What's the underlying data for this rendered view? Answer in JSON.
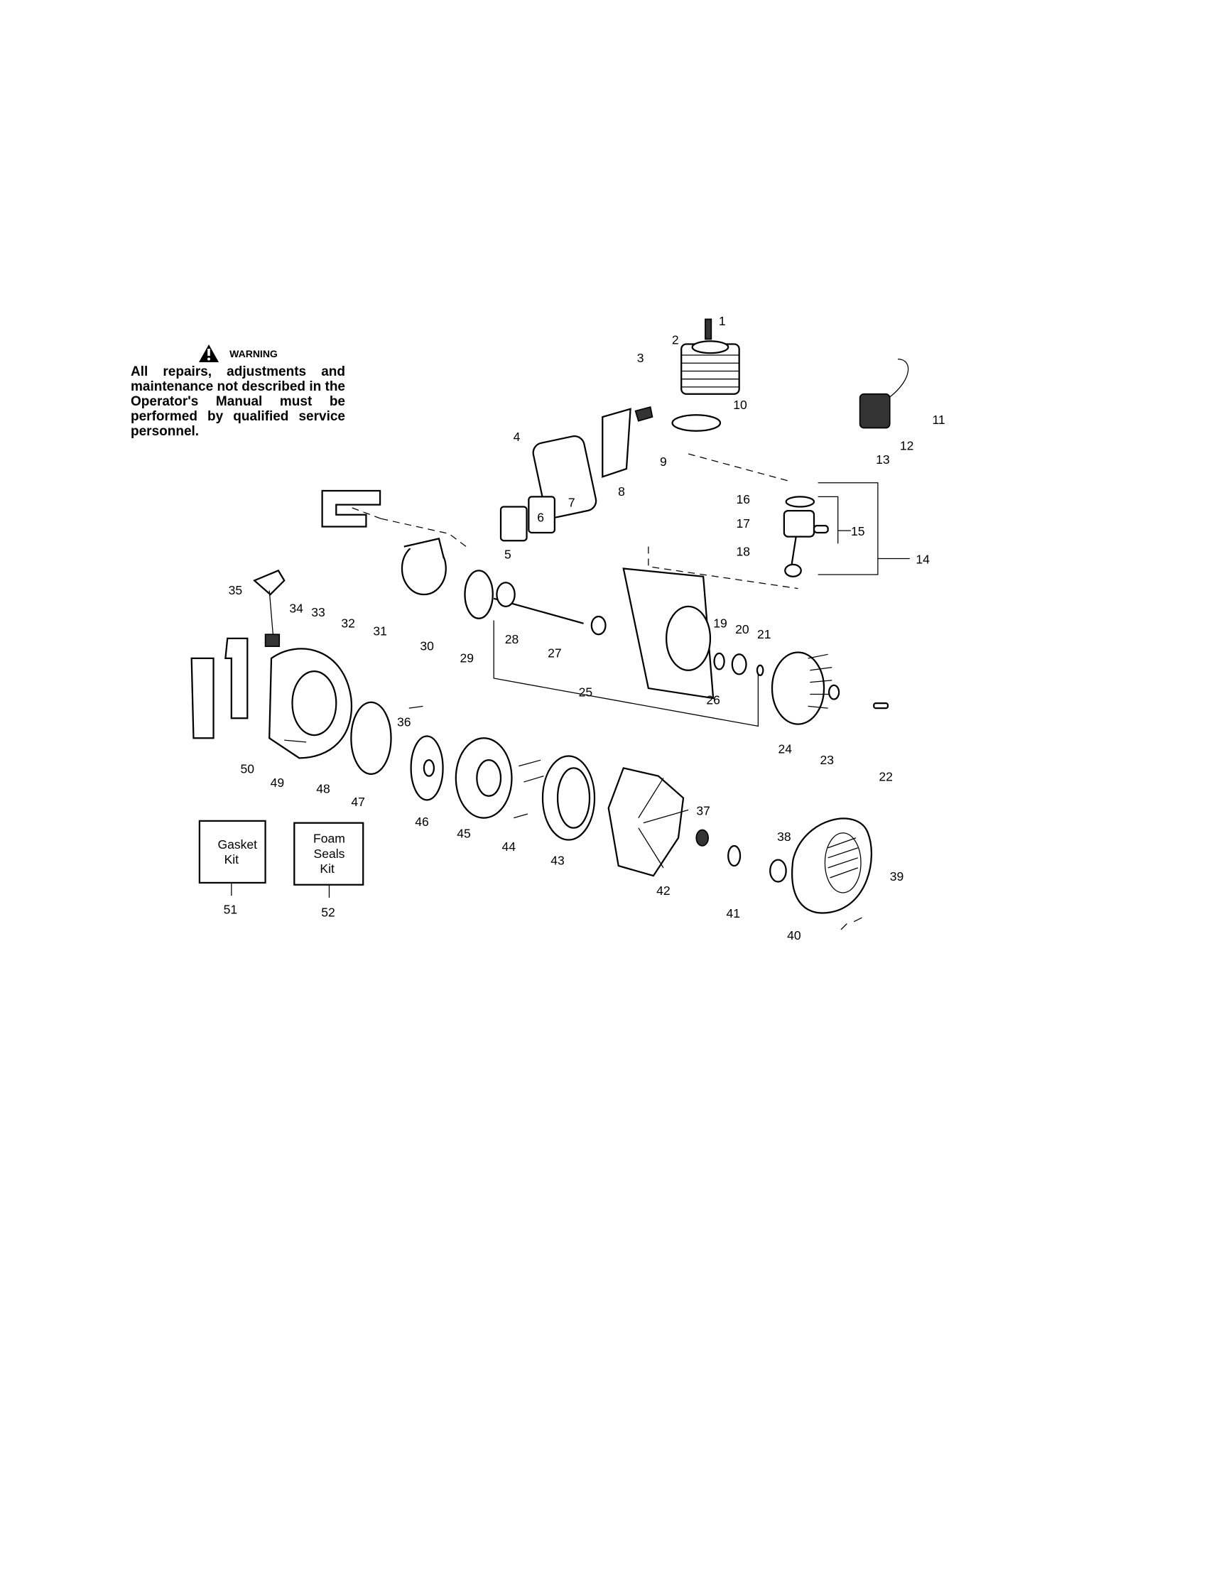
{
  "warning": {
    "title": "WARNING",
    "text": "All repairs, adjustments and maintenance not described in the Operator's Manual must be performed by qualified service personnel."
  },
  "kits": [
    {
      "label": "Gasket Kit",
      "callout": "51"
    },
    {
      "label": "Foam Seals Kit",
      "callout": "52"
    }
  ],
  "callouts": [
    "1",
    "2",
    "3",
    "4",
    "5",
    "6",
    "7",
    "8",
    "9",
    "10",
    "11",
    "12",
    "13",
    "14",
    "15",
    "16",
    "17",
    "18",
    "19",
    "20",
    "21",
    "22",
    "23",
    "24",
    "25",
    "26",
    "27",
    "28",
    "29",
    "30",
    "31",
    "32",
    "33",
    "34",
    "35",
    "36",
    "37",
    "38",
    "39",
    "40",
    "41",
    "42",
    "43",
    "44",
    "45",
    "46",
    "47",
    "48",
    "49",
    "50"
  ]
}
